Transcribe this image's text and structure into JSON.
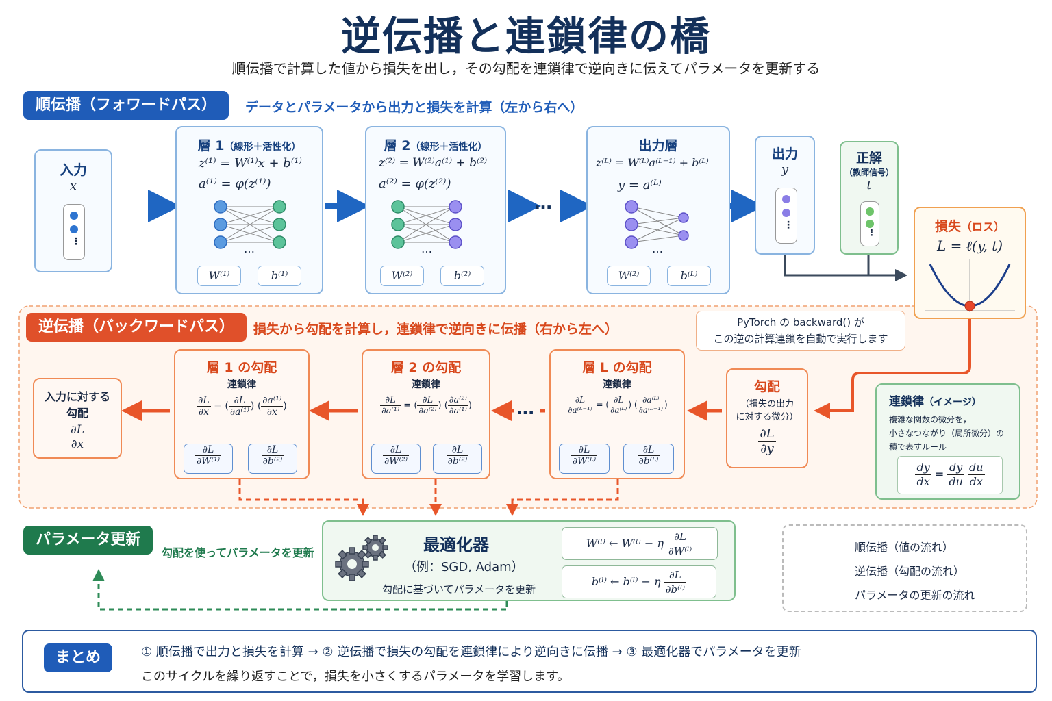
{
  "title": "逆伝播と連鎖律の橋",
  "subtitle": "順伝播で計算した値から損失を出し，その勾配を連鎖律で逆向きに伝えてパラメータを更新する",
  "forward": {
    "label": "順伝播（フォワードパス）",
    "desc": "データとパラメータから出力と損失を計算（左から右へ）",
    "input": {
      "title": "入力",
      "var": "x"
    },
    "layer1": {
      "title": "層 1",
      "sub": "（線形＋活性化）",
      "f1": "z⁽¹⁾ = W⁽¹⁾x + b⁽¹⁾",
      "f2": "a⁽¹⁾ = φ(z⁽¹⁾)",
      "w": "W⁽¹⁾",
      "b": "b⁽¹⁾",
      "dots": "…"
    },
    "layer2": {
      "title": "層 2",
      "sub": "（線形＋活性化）",
      "f1": "z⁽²⁾ = W⁽²⁾a⁽¹⁾ + b⁽²⁾",
      "f2": "a⁽²⁾ = φ(z⁽²⁾)",
      "w": "W⁽²⁾",
      "b": "b⁽²⁾",
      "dots": "…"
    },
    "ellipsis": "…",
    "output_layer": {
      "title": "出力層",
      "f1": "z⁽ᴸ⁾ = W⁽ᴸ⁾a⁽ᴸ⁻¹⁾ + b⁽ᴸ⁾",
      "f2": "y = a⁽ᴸ⁾",
      "w": "W⁽²⁾",
      "b": "b⁽ᴸ⁾",
      "dots": "…"
    },
    "output": {
      "title": "出力",
      "var": "y"
    },
    "target": {
      "title": "正解",
      "sub": "（教師信号）",
      "var": "t"
    },
    "loss": {
      "title": "損失",
      "sub": "（ロス）",
      "formula": "L = ℓ(y, t)"
    }
  },
  "backward": {
    "label": "逆伝播（バックワードパス）",
    "desc": "損失から勾配を計算し，連鎖律で逆向きに伝播（右から左へ）",
    "pytorch_note": [
      "PyTorch の backward() が",
      "この逆の計算連鎖を自動で実行します"
    ],
    "input_grad": {
      "title1": "入力に対する",
      "title2": "勾配",
      "num": "∂L",
      "den": "∂x"
    },
    "layer1": {
      "title": "層 1 の勾配",
      "rule": "連鎖律",
      "lhs_n": "∂L",
      "lhs_d": "∂x",
      "eq": "=",
      "t1_n": "∂L",
      "t1_d": "∂a⁽¹⁾",
      "t2_n": "∂a⁽¹⁾",
      "t2_d": "∂x",
      "w_n": "∂L",
      "w_d": "∂W⁽¹⁾",
      "b_n": "∂L",
      "b_d": "∂b⁽²⁾"
    },
    "layer2": {
      "title": "層 2 の勾配",
      "rule": "連鎖律",
      "lhs_n": "∂L",
      "lhs_d": "∂a⁽¹⁾",
      "eq": "=",
      "t1_n": "∂L",
      "t1_d": "∂a⁽²⁾",
      "t2_n": "∂a⁽²⁾",
      "t2_d": "∂a⁽¹⁾",
      "w_n": "∂L",
      "w_d": "∂W⁽²⁾",
      "b_n": "∂L",
      "b_d": "∂b⁽²⁾"
    },
    "ellipsis": "…",
    "layerL": {
      "title": "層 L の勾配",
      "rule": "連鎖律",
      "lhs_n": "∂L",
      "lhs_d": "∂a⁽ᴸ⁻¹⁾",
      "eq": "=",
      "t1_n": "∂L",
      "t1_d": "∂a⁽ᴸ⁾",
      "t2_n": "∂a⁽ᴸ⁾",
      "t2_d": "∂a⁽ᴸ⁻¹⁾",
      "w_n": "∂L",
      "w_d": "∂W⁽ᴸ⁾",
      "b_n": "∂L",
      "b_d": "∂b⁽ᴸ⁾"
    },
    "grad": {
      "title": "勾配",
      "sub1": "（損失の出力",
      "sub2": "に対する微分）",
      "num": "∂L",
      "den": "∂y"
    },
    "chain": {
      "title": "連鎖律",
      "sub": "（イメージ）",
      "l1": "複雑な関数の微分を，",
      "l2": "小さなつながり（局所微分）の",
      "l3": "積で表すルール",
      "a_n": "dy",
      "a_d": "dx",
      "eq": "=",
      "b_n": "dy",
      "b_d": "du",
      "c_n": "du",
      "c_d": "dx"
    }
  },
  "update": {
    "label": "パラメータ更新",
    "desc": "勾配を使ってパラメータを更新",
    "optimizer": {
      "title": "最適化器",
      "examples": "（例：SGD, Adam）",
      "note": "勾配に基づいてパラメータを更新"
    },
    "rule_w": {
      "lhs": "W⁽ˡ⁾ ← W⁽ˡ⁾ − η",
      "n": "∂L",
      "d": "∂W⁽ˡ⁾"
    },
    "rule_b": {
      "lhs": "b⁽ˡ⁾ ← b⁽ˡ⁾ − η",
      "n": "∂L",
      "d": "∂b⁽ˡ⁾"
    }
  },
  "legend": {
    "forward": "順伝播（値の流れ）",
    "backward": "逆伝播（勾配の流れ）",
    "update": "パラメータの更新の流れ"
  },
  "summary": {
    "label": "まとめ",
    "line1": "①  順伝播で出力と損失を計算  →  ②  逆伝播で損失の勾配を連鎖律により逆向きに伝播  →  ③  最適化器でパラメータを更新",
    "line2": "このサイクルを繰り返すことで，損失を小さくするパラメータを学習します。"
  },
  "colors": {
    "forward": "#1f66c2",
    "backward": "#e8562a",
    "update": "#2e8b57",
    "navy": "#13305a"
  }
}
